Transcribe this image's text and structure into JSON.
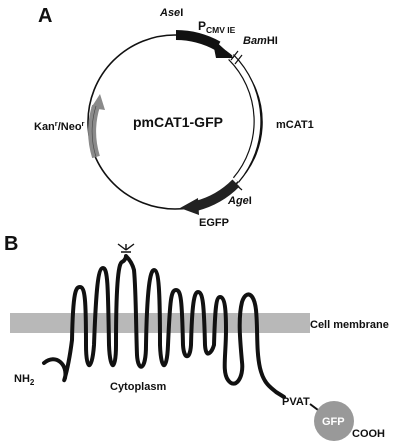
{
  "panel_a": {
    "label": "A",
    "plasmid_name": "pmCAT1-GFP",
    "sites": {
      "asei_italic": "Ase",
      "asei_suffix": "I",
      "bamhi_italic": "Bam",
      "bamhi_suffix": "HI",
      "agei_italic": "Age",
      "agei_suffix": "I"
    },
    "features": {
      "promoter_main": "P",
      "promoter_sub": "CMV IE",
      "mcat1": "mCAT1",
      "egfp": "EGFP",
      "kan_main": "Kan",
      "kan_sup": "r",
      "neo_main": "/Neo",
      "neo_sup": "r"
    },
    "colors": {
      "promoter_arrow": "#111111",
      "egfp_arrow": "#222222",
      "kan_arrow": "#8a8a8a"
    }
  },
  "panel_b": {
    "label": "B",
    "membrane_label": "Cell membrane",
    "cytoplasm_label": "Cytoplasm",
    "n_terminus_main": "NH",
    "n_terminus_sub": "2",
    "linker_label": "PVAT",
    "gfp_label": "GFP",
    "c_terminus_label": "COOH",
    "colors": {
      "membrane": "#b8b8b8",
      "gfp_circle": "#999999"
    }
  }
}
